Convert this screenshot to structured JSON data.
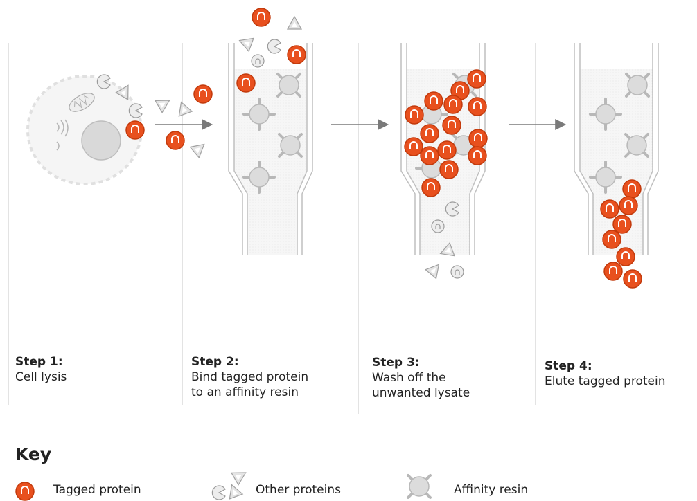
{
  "steps": [
    {
      "num": "Step 1:",
      "desc": "Cell lysis"
    },
    {
      "num": "Step 2:",
      "desc": "Bind tagged protein\nto an affinity resin"
    },
    {
      "num": "Step 3:",
      "desc": "Wash off the\nunwanted lysate"
    },
    {
      "num": "Step 4:",
      "desc": "Elute tagged protein"
    }
  ],
  "key": {
    "title": "Key",
    "items": [
      {
        "label": "Tagged protein",
        "icon": "tagged-protein-icon"
      },
      {
        "label": "Other proteins",
        "icon": "other-proteins-icon"
      },
      {
        "label": "Affinity resin",
        "icon": "affinity-resin-icon"
      }
    ]
  },
  "colors": {
    "tagged_protein": "#e8501e",
    "tagged_protein_dark": "#c23a0c",
    "resin": "#d9d9d9",
    "resin_outline": "#b3b3b3",
    "other_protein": "#cfcfcf",
    "arrow": "#7a7a7a",
    "column_fill": "#f2f2f2",
    "divider": "#d0d0d0"
  }
}
